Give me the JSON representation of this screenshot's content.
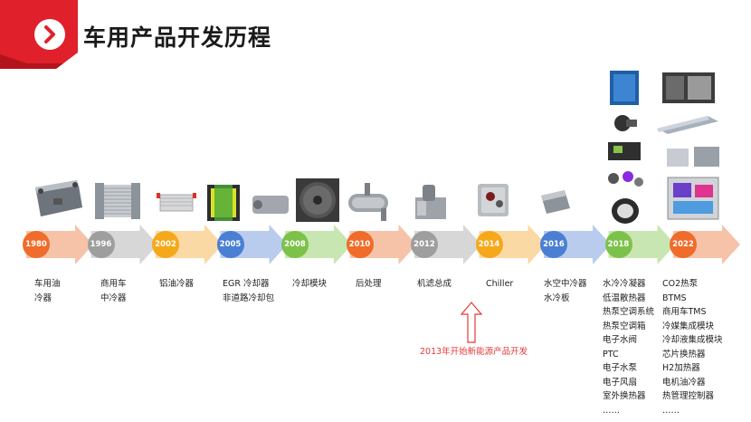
{
  "title": "车用产品开发历程",
  "milestones": [
    {
      "year": "1980",
      "lines": [
        "车用油",
        "冷器"
      ],
      "node_color": "#ef6c2a",
      "arrow_color": "#f6c3a8"
    },
    {
      "year": "1996",
      "lines": [
        "商用车",
        "中冷器"
      ],
      "node_color": "#9e9e9e",
      "arrow_color": "#d7d7d7"
    },
    {
      "year": "2002",
      "lines": [
        "铝油冷器"
      ],
      "node_color": "#f6a81b",
      "arrow_color": "#fbd9a4"
    },
    {
      "year": "2005",
      "lines": [
        "EGR 冷却器",
        "非道路冷却包"
      ],
      "node_color": "#4a7fd4",
      "arrow_color": "#b9ccee"
    },
    {
      "year": "2008",
      "lines": [
        "冷却模块"
      ],
      "node_color": "#7cc24a",
      "arrow_color": "#c8e6b1"
    },
    {
      "year": "2010",
      "lines": [
        "后处理"
      ],
      "node_color": "#ef6c2a",
      "arrow_color": "#f6c3a8"
    },
    {
      "year": "2012",
      "lines": [
        "机滤总成"
      ],
      "node_color": "#9e9e9e",
      "arrow_color": "#d7d7d7"
    },
    {
      "year": "2014",
      "lines": [
        "Chiller"
      ],
      "node_color": "#f6a81b",
      "arrow_color": "#fbd9a4"
    },
    {
      "year": "2016",
      "lines": [
        "水空中冷器",
        "水冷板"
      ],
      "node_color": "#4a7fd4",
      "arrow_color": "#b9ccee"
    },
    {
      "year": "2018",
      "lines": [
        "水冷冷凝器",
        "低温散热器",
        "热泵空调系统",
        "热泵空调箱",
        "电子水阀",
        "PTC",
        "电子水泵",
        "电子风扇",
        "室外换热器",
        "……"
      ],
      "node_color": "#7cc24a",
      "arrow_color": "#c8e6b1"
    },
    {
      "year": "2022",
      "lines": [
        "CO2热泵",
        "BTMS",
        "商用车TMS",
        "冷媒集成模块",
        "冷却液集成模块",
        "芯片换热器",
        "H2加热器",
        "电机油冷器",
        "热管理控制器",
        "……"
      ],
      "node_color": "#ef6c2a",
      "arrow_color": "#f6c3a8"
    }
  ],
  "note": "2013年开始新能源产品开发",
  "colors": {
    "accent_red": "#e0202a",
    "dark_red": "#b3141b"
  }
}
